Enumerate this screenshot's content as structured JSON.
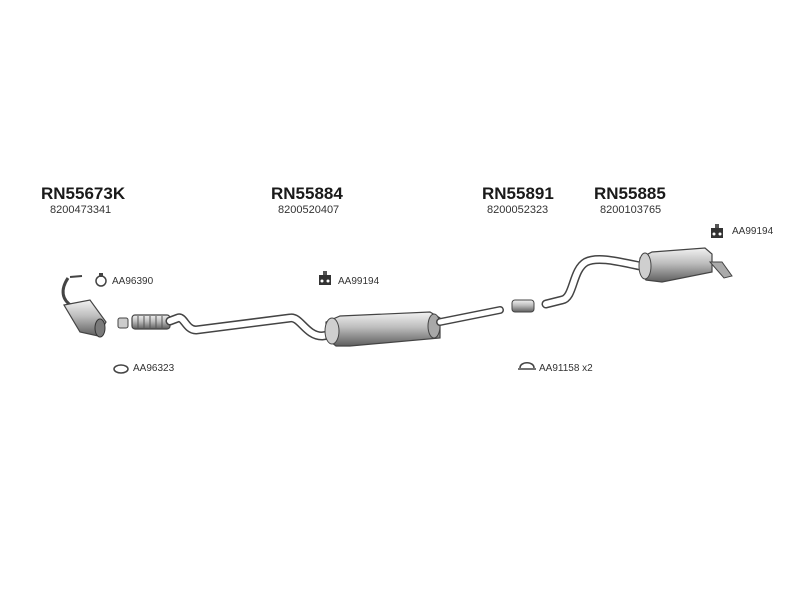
{
  "parts": [
    {
      "code": "RN55673K",
      "oem": "8200473341"
    },
    {
      "code": "RN55884",
      "oem": "8200520407"
    },
    {
      "code": "RN55891",
      "oem": "8200052323"
    },
    {
      "code": "RN55885",
      "oem": "8200103765"
    }
  ],
  "accessories": [
    {
      "label": "AA96390",
      "icon": "clamp-ring-icon"
    },
    {
      "label": "AA99194",
      "icon": "rubber-hanger-icon"
    },
    {
      "label": "AA99194",
      "icon": "rubber-hanger-icon"
    },
    {
      "label": "AA96323",
      "icon": "gasket-ring-icon"
    },
    {
      "label": "AA91158 x2",
      "icon": "u-bolt-clamp-icon"
    }
  ]
}
